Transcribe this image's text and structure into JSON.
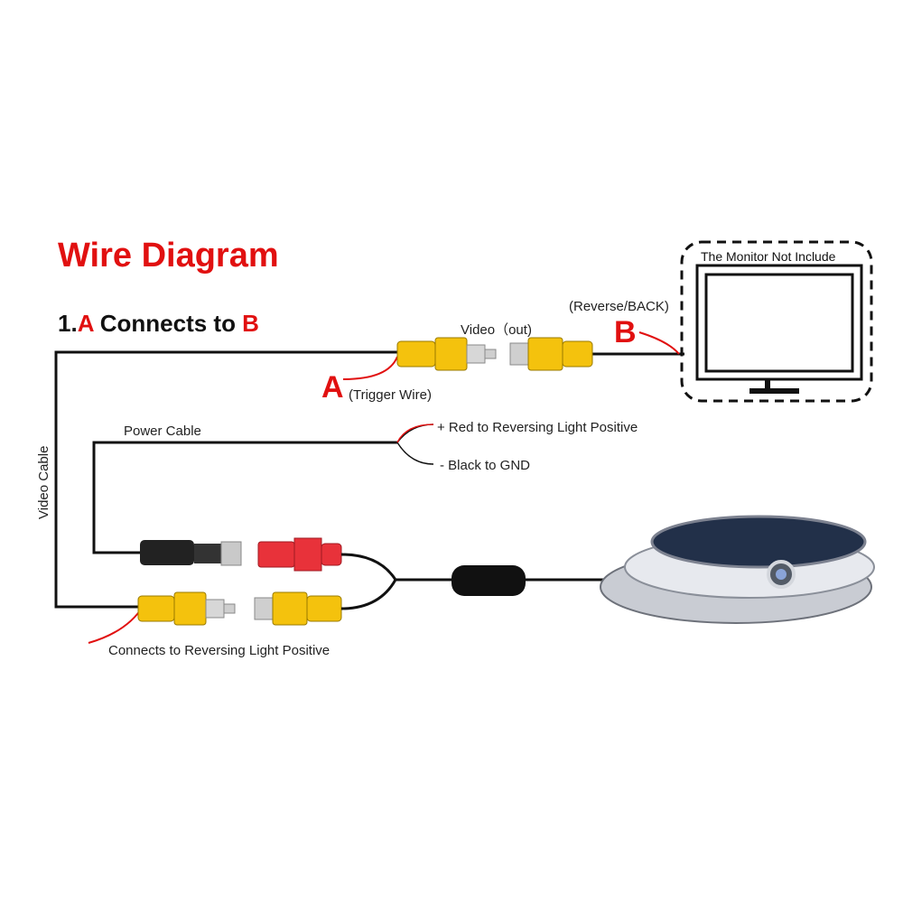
{
  "title": "Wire Diagram",
  "step": {
    "number": "1.",
    "a": "A",
    "middle": " Connects to ",
    "b": "B"
  },
  "labels": {
    "video_out": "Video（out)",
    "a_letter": "A",
    "trigger_wire": "(Trigger Wire)",
    "b_letter": "B",
    "reverse_back": "(Reverse/BACK)",
    "monitor_not_include": "The Monitor Not Include",
    "power_cable": "Power Cable",
    "red_positive": "+ Red to Reversing Light Positive",
    "black_gnd": "- Black to GND",
    "video_cable": "Video Cable",
    "connects_reversing": "Connects to Reversing Light Positive"
  },
  "colors": {
    "accent_red": "#e11010",
    "rca_yellow": "#f4c20d",
    "connector_red": "#e8323a",
    "cable": "#111111"
  }
}
